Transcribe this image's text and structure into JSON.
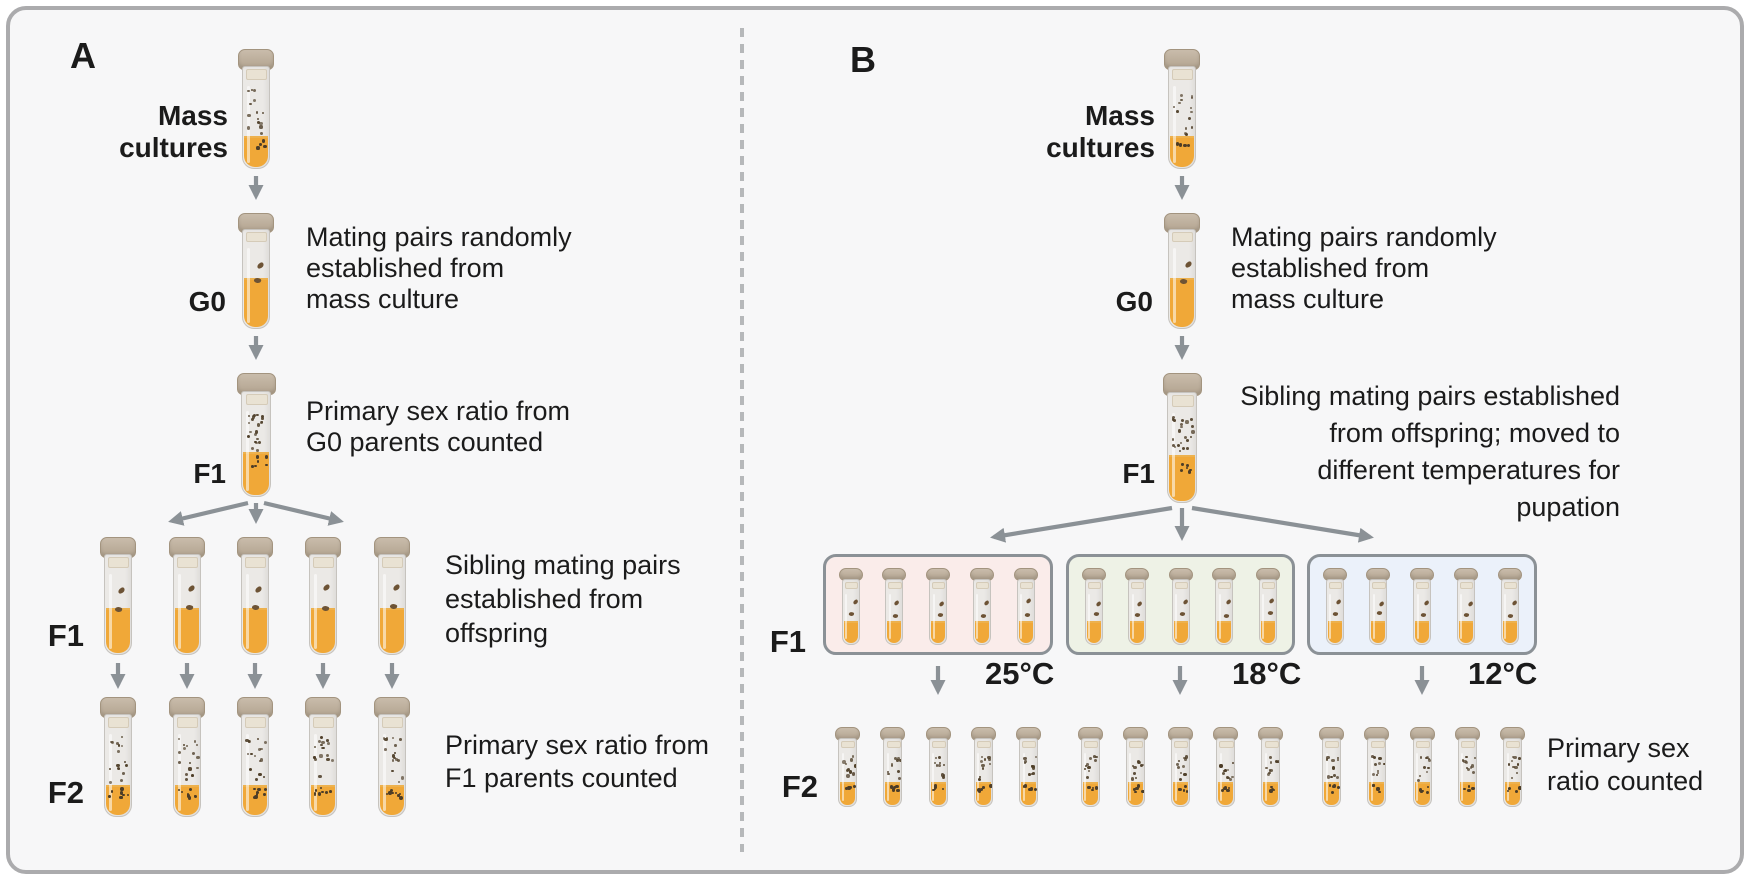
{
  "figure": {
    "colors": {
      "background": "#f7f7f8",
      "frame_border": "#ababad",
      "divider": "#b6b8ba",
      "arrow": "#8b9196",
      "text": "#1b1b1b",
      "box_border": "#8b9196",
      "vial_media": "#f0a838",
      "vial_cap": "#b7a995",
      "fly": "#6d5335"
    },
    "panel_a": {
      "label": "A",
      "mass_cultures_label": "Mass\ncultures",
      "g0": {
        "label": "G0",
        "caption": "Mating pairs randomly\nestablished from\nmass culture"
      },
      "f1": {
        "label": "F1",
        "caption": "Primary sex ratio from\nG0 parents counted"
      },
      "f1_row": {
        "label": "F1",
        "caption": "Sibling mating pairs\nestablished from\noffspring",
        "vial_count": 5
      },
      "f2_row": {
        "label": "F2",
        "caption": "Primary sex ratio from\nF1 parents counted",
        "vial_count": 5
      }
    },
    "panel_b": {
      "label": "B",
      "mass_cultures_label": "Mass\ncultures",
      "g0": {
        "label": "G0",
        "caption": "Mating pairs randomly\nestablished from\nmass culture"
      },
      "f1": {
        "label": "F1",
        "caption": "Sibling mating pairs established\nfrom offspring; moved to\ndifferent temperatures for\npupation"
      },
      "f1_groups": {
        "label": "F1"
      },
      "temperature_groups": [
        {
          "temperature": "25°C",
          "fill": "#faecea",
          "vial_count": 5
        },
        {
          "temperature": "18°C",
          "fill": "#eef2e6",
          "vial_count": 5
        },
        {
          "temperature": "12°C",
          "fill": "#ebf1fa",
          "vial_count": 5
        }
      ],
      "f2_row": {
        "label": "F2",
        "caption": "Primary sex\nratio counted",
        "vials_per_group": 5
      }
    }
  }
}
